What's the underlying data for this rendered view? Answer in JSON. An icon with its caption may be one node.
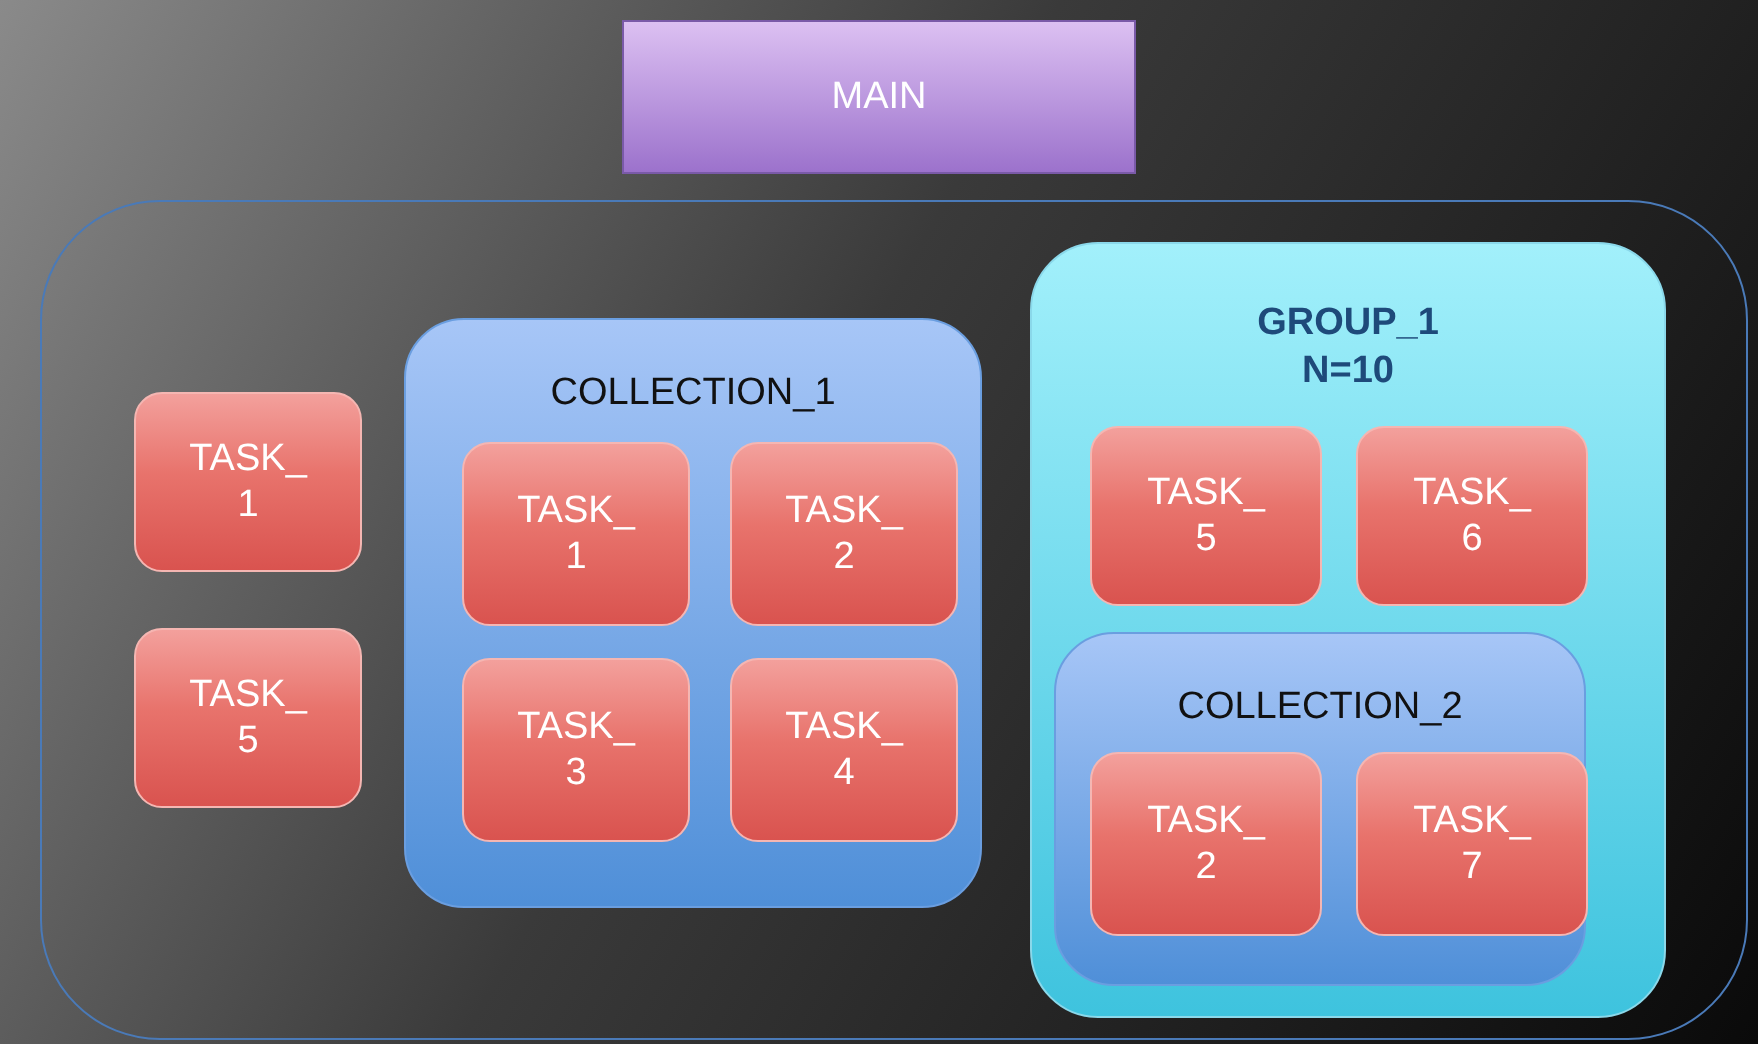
{
  "diagram": {
    "nodes": [
      {
        "text": [
          "MAIN"
        ]
      },
      {
        "text": [],
        "shape": "box"
      },
      {
        "text": [
          "TASK_ 1"
        ],
        "in": 1
      },
      {
        "text": [
          "TASK_ 5"
        ],
        "in": 1
      },
      {
        "text": [
          "COLLECTION_1"
        ],
        "in": 1
      },
      {
        "text": [
          "TASK_ 1"
        ],
        "in": 4
      },
      {
        "text": [
          "TASK_ 2"
        ],
        "in": 4
      },
      {
        "text": [
          "TASK_ 3"
        ],
        "in": 4
      },
      {
        "text": [
          "TASK_ 4"
        ],
        "in": 4
      },
      {
        "text": [
          "GROUP_1 N=10"
        ],
        "in": 1
      },
      {
        "text": [
          "TASK_ 5"
        ],
        "in": 9
      },
      {
        "text": [
          "TASK_ 6"
        ],
        "in": 9
      },
      {
        "text": [
          "COLLECTION_2"
        ],
        "in": 9
      },
      {
        "text": [
          "TASK_ 2"
        ],
        "in": 12
      },
      {
        "text": [
          "TASK_ 7"
        ],
        "in": 12
      }
    ]
  }
}
